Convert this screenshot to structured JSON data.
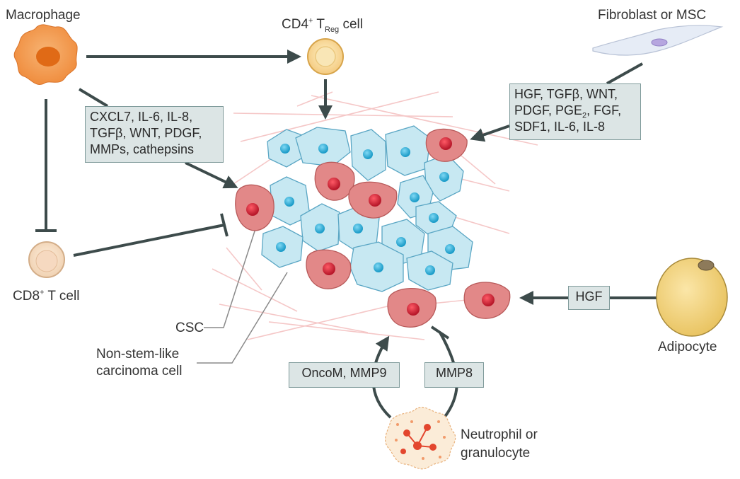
{
  "cells": {
    "macrophage": "Macrophage",
    "treg_prefix": "CD4",
    "treg_sup": "+",
    "treg_t": " T",
    "treg_sub": "Reg",
    "treg_suffix": " cell",
    "fibroblast": "Fibroblast or MSC",
    "cd8_prefix": "CD8",
    "cd8_sup": "+",
    "cd8_suffix": " T cell",
    "adipocyte": "Adipocyte",
    "neutrophil_line1": "Neutrophil or",
    "neutrophil_line2": "granulocyte",
    "csc": "CSC",
    "nonstem_line1": "Non-stem-like",
    "nonstem_line2": "carcinoma cell"
  },
  "factors": {
    "macrophage_box": [
      "CXCL7, IL-6, IL-8,",
      "TGFβ, WNT, PDGF,",
      "MMPs, cathepsins"
    ],
    "fibroblast_line1": "HGF, TGFβ, WNT,",
    "fibroblast_line2_a": "PDGF, PGE",
    "fibroblast_line2_sub": "2",
    "fibroblast_line2_b": ", FGF,",
    "fibroblast_line3": "SDF1, IL-6, IL-8",
    "adipocyte_box": "HGF",
    "oncom_box": "OncoM, MMP9",
    "mmp8_box": "MMP8"
  },
  "colors": {
    "arrow": "#3d4b4b",
    "box_fill": "#dce5e5",
    "tumor_cell": "#c7e8f2",
    "tumor_nucleus": "#35b3dc",
    "csc_cell": "#e28888",
    "csc_nucleus": "#c8283a",
    "stroma_fiber": "#f4c2c2"
  }
}
